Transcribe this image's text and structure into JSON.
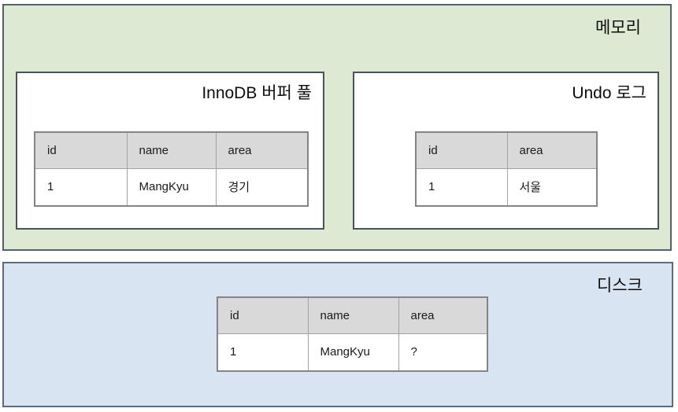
{
  "memory": {
    "label": "메모리",
    "innodb": {
      "title": "InnoDB 버퍼 풀",
      "table": {
        "headers": [
          "id",
          "name",
          "area"
        ],
        "rows": [
          [
            "1",
            "MangKyu",
            "경기"
          ]
        ]
      }
    },
    "undo": {
      "title": "Undo 로그",
      "table": {
        "headers": [
          "id",
          "area"
        ],
        "rows": [
          [
            "1",
            "서울"
          ]
        ]
      }
    }
  },
  "disk": {
    "label": "디스크",
    "table": {
      "headers": [
        "id",
        "name",
        "area"
      ],
      "rows": [
        [
          "1",
          "MangKyu",
          "?"
        ]
      ]
    }
  },
  "colors": {
    "memory_bg": "#dee9d3",
    "memory_border": "#53616c",
    "disk_bg": "#d8e4f2",
    "disk_border": "#5d6b7e",
    "panel_border": "#47535e",
    "th_bg": "#d9d9d9",
    "tbl_outer": "#848484",
    "tbl_inner": "#a2a2a2"
  }
}
